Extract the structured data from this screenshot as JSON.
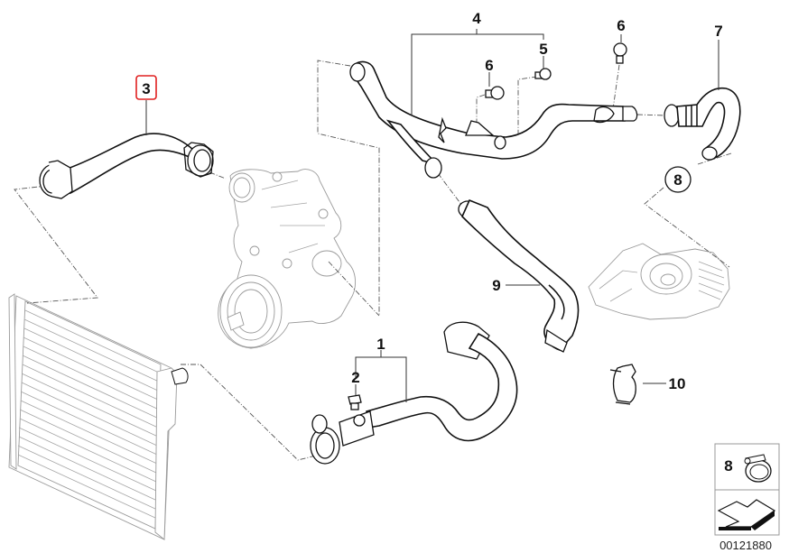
{
  "diagram": {
    "title": "Cooling system water hoses",
    "catalog_number": "00121880",
    "highlighted_callout": "3",
    "highlight_color": "#e02020",
    "callouts": [
      {
        "id": "1",
        "label": "1",
        "description": "lower water hose assembly"
      },
      {
        "id": "2",
        "label": "2",
        "description": "bleeder screw"
      },
      {
        "id": "3",
        "label": "3",
        "description": "upper radiator hose"
      },
      {
        "id": "4",
        "label": "4",
        "description": "water hose assembly"
      },
      {
        "id": "5",
        "label": "5",
        "description": "screw"
      },
      {
        "id": "6a",
        "label": "6",
        "description": "bleeder screw"
      },
      {
        "id": "6b",
        "label": "6",
        "description": "bleeder screw"
      },
      {
        "id": "7",
        "label": "7",
        "description": "water hose"
      },
      {
        "id": "8",
        "label": "8",
        "description": "hose clamp (circled)"
      },
      {
        "id": "9",
        "label": "9",
        "description": "water hose"
      },
      {
        "id": "10",
        "label": "10",
        "description": "holder clip"
      }
    ],
    "legend_box": {
      "label": "8",
      "icon": "hose-clamp-icon",
      "arrow_icon": "direction-arrow-icon"
    },
    "components": {
      "radiator": "radiator",
      "water_pump": "water pump / thermostat housing",
      "oil_cooler": "heat exchanger housing"
    }
  }
}
